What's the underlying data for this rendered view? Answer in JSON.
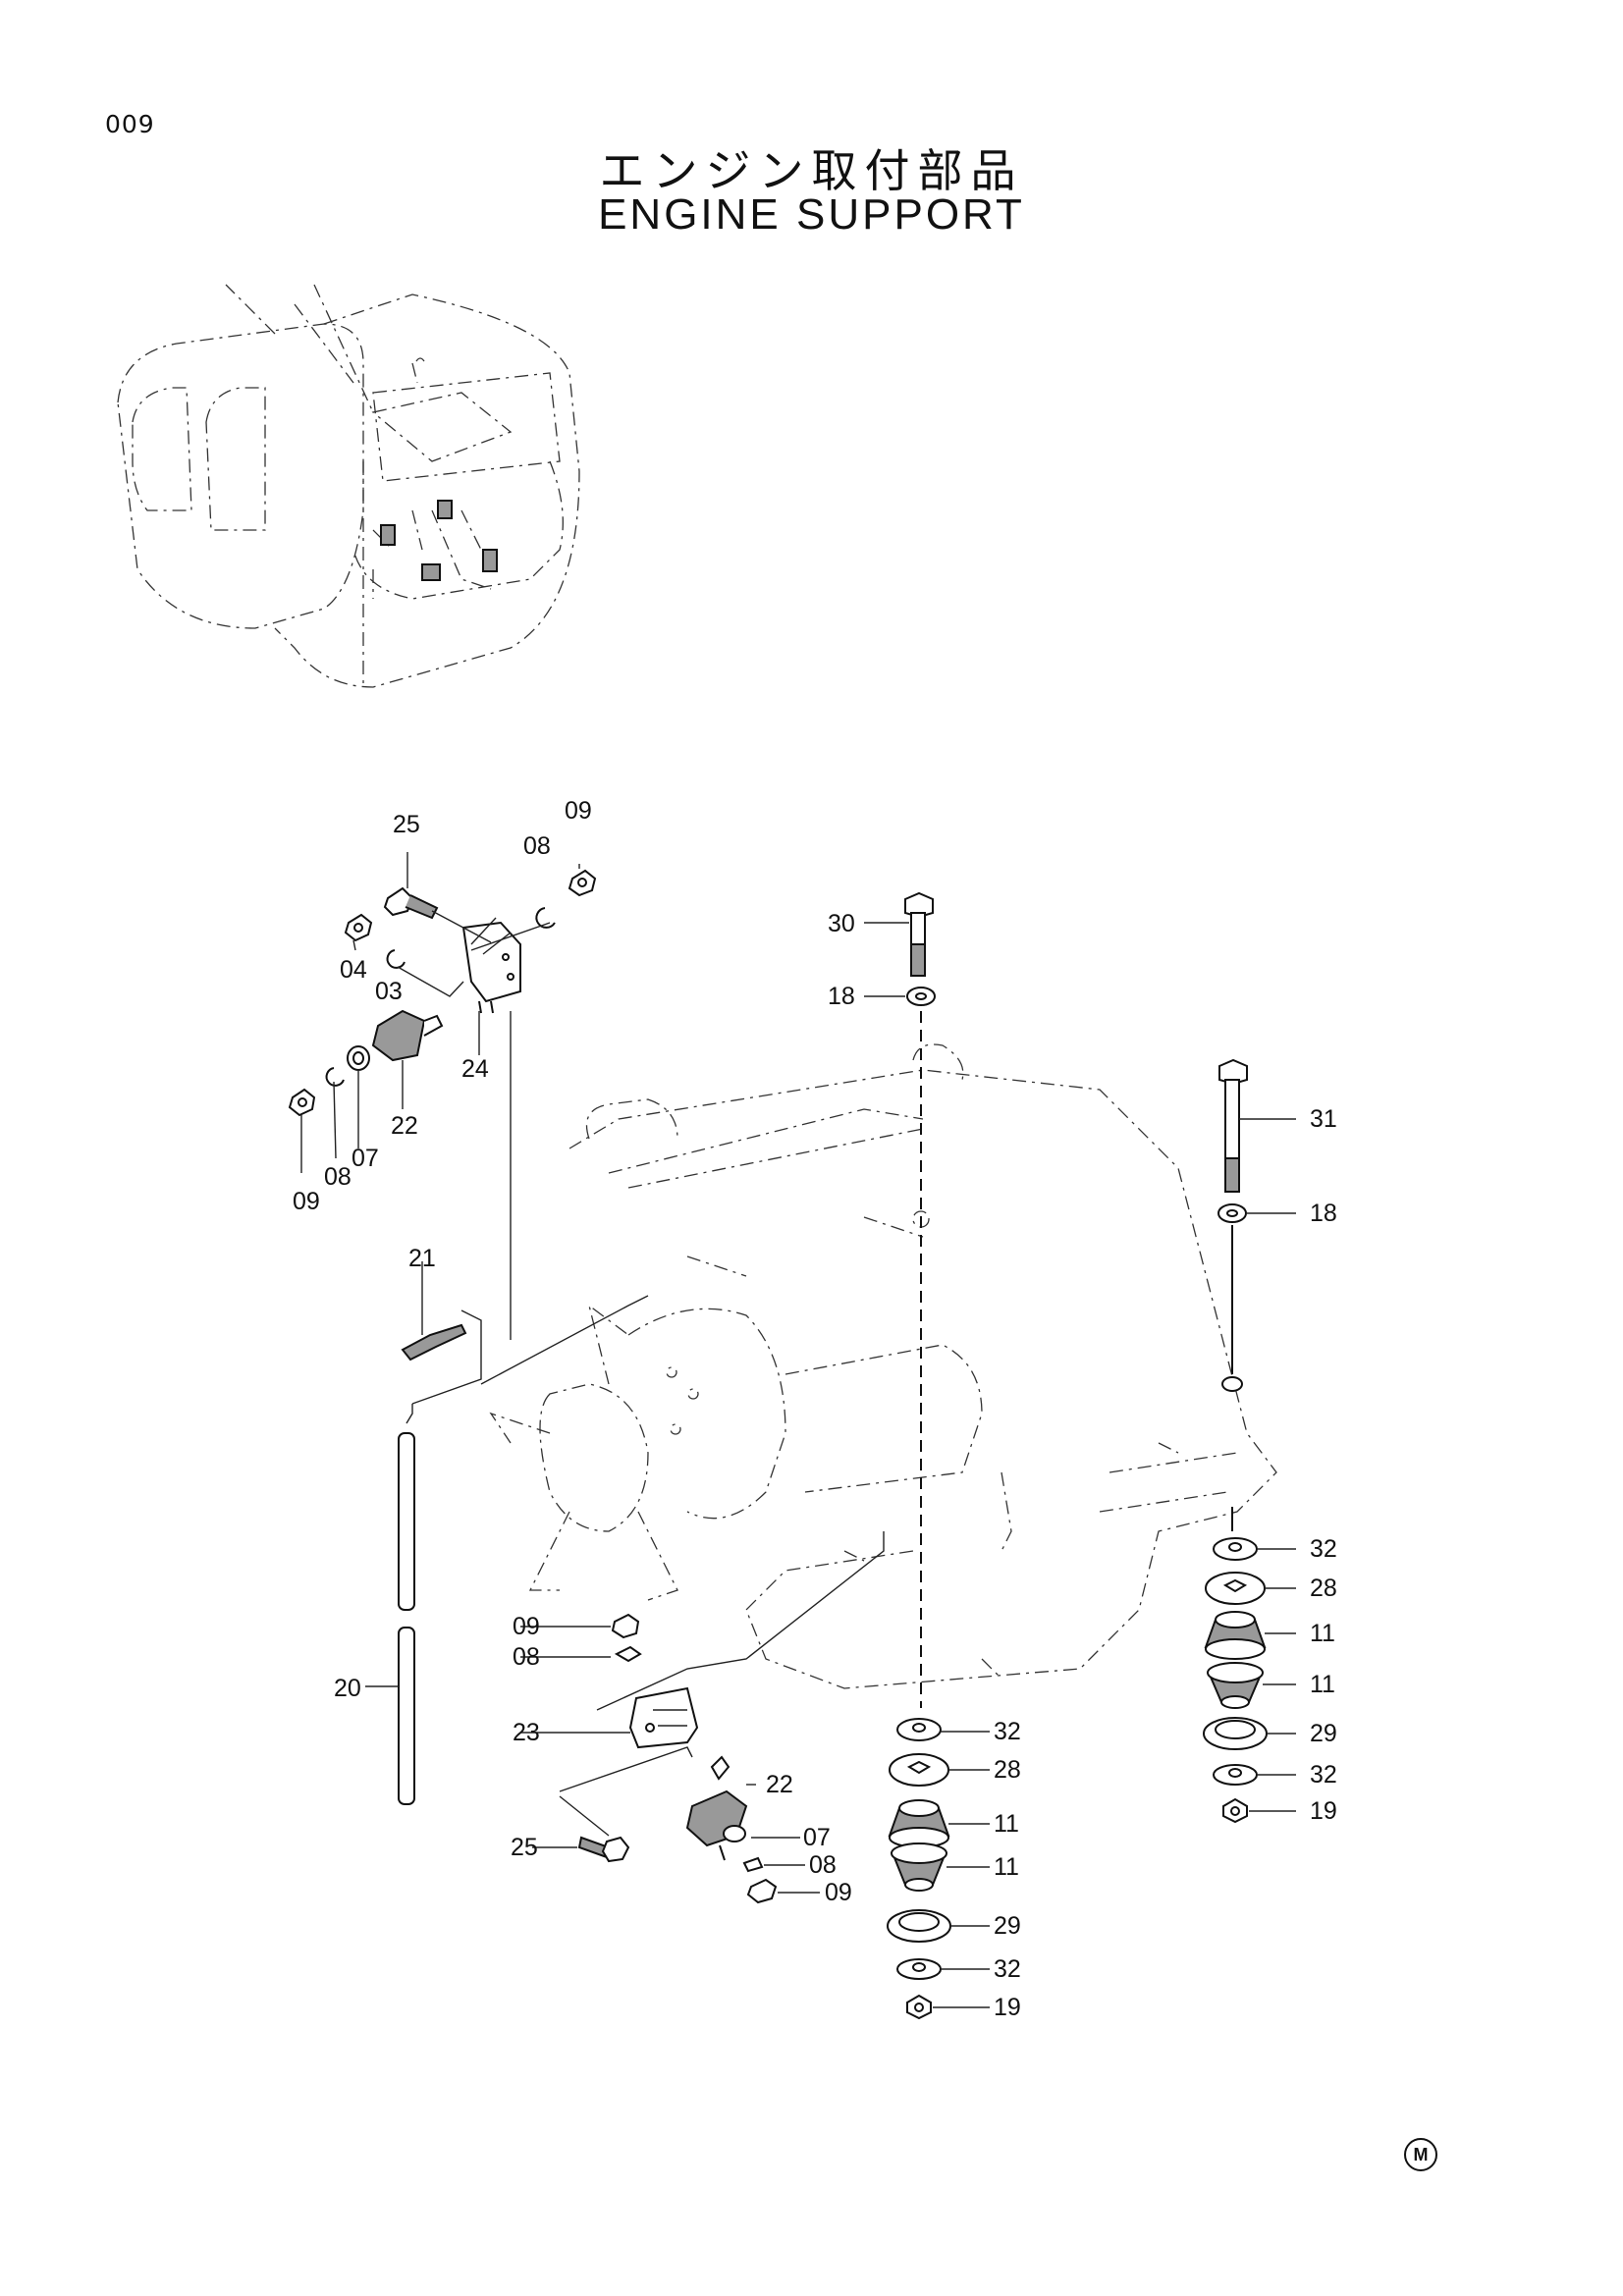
{
  "page_number": "009",
  "title_jp": "エンジン取付部品",
  "title_en": "ENGINE SUPPORT",
  "mark": "M",
  "callouts": {
    "c25a": "25",
    "c09a": "09",
    "c08a": "08",
    "c04": "04",
    "c03": "03",
    "c24": "24",
    "c22a": "22",
    "c07a": "07",
    "c08b": "08",
    "c09b": "09",
    "c21": "21",
    "c20": "20",
    "c09c": "09",
    "c08c": "08",
    "c23": "23",
    "c22b": "22",
    "c25b": "25",
    "c07b": "07",
    "c08d": "08",
    "c09d": "09",
    "c30": "30",
    "c18a": "18",
    "c32a": "32",
    "c28a": "28",
    "c11a": "11",
    "c11b": "11",
    "c29a": "29",
    "c32b": "32",
    "c19a": "19",
    "c31": "31",
    "c18b": "18",
    "c32c": "32",
    "c28b": "28",
    "c11c": "11",
    "c11d": "11",
    "c29b": "29",
    "c32d": "32",
    "c19b": "19"
  }
}
